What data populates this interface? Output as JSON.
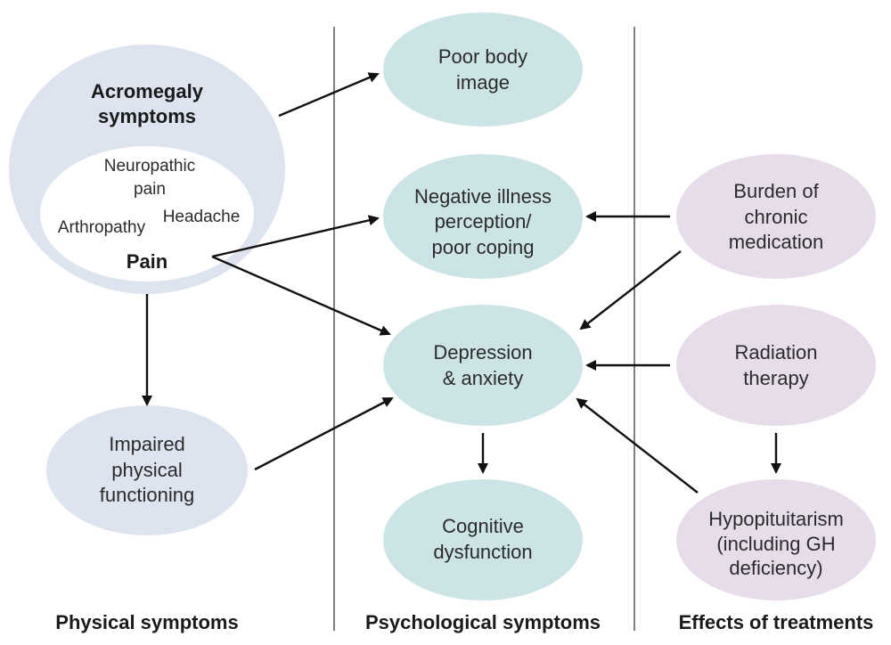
{
  "columns": {
    "physical": "Physical symptoms",
    "psychological": "Psychological symptoms",
    "treatments": "Effects of treatments"
  },
  "acromegaly": {
    "title_line1": "Acromegaly",
    "title_line2": "symptoms",
    "pain_types": {
      "neuropathic_line1": "Neuropathic",
      "neuropathic_line2": "pain",
      "headache": "Headache",
      "arthropathy": "Arthropathy"
    },
    "pain_label": "Pain"
  },
  "impaired": {
    "line1": "Impaired",
    "line2": "physical",
    "line3": "functioning"
  },
  "body_image": {
    "line1": "Poor body",
    "line2": "image"
  },
  "illness_perception": {
    "line1": "Negative illness",
    "line2": "perception/",
    "line3": "poor coping"
  },
  "depression": {
    "line1": "Depression",
    "line2": "& anxiety"
  },
  "cognitive": {
    "line1": "Cognitive",
    "line2": "dysfunction"
  },
  "medication": {
    "line1": "Burden of",
    "line2": "chronic",
    "line3": "medication"
  },
  "radiation": {
    "line1": "Radiation",
    "line2": "therapy"
  },
  "hypopituitarism": {
    "line1": "Hypopituitarism",
    "line2": "(including GH",
    "line3": "deficiency)"
  },
  "colors": {
    "physical_fill": "#dde3ef",
    "psychological_fill": "#cde4e6",
    "treatment_fill": "#e6dcea",
    "inner_fill": "#ffffff"
  }
}
